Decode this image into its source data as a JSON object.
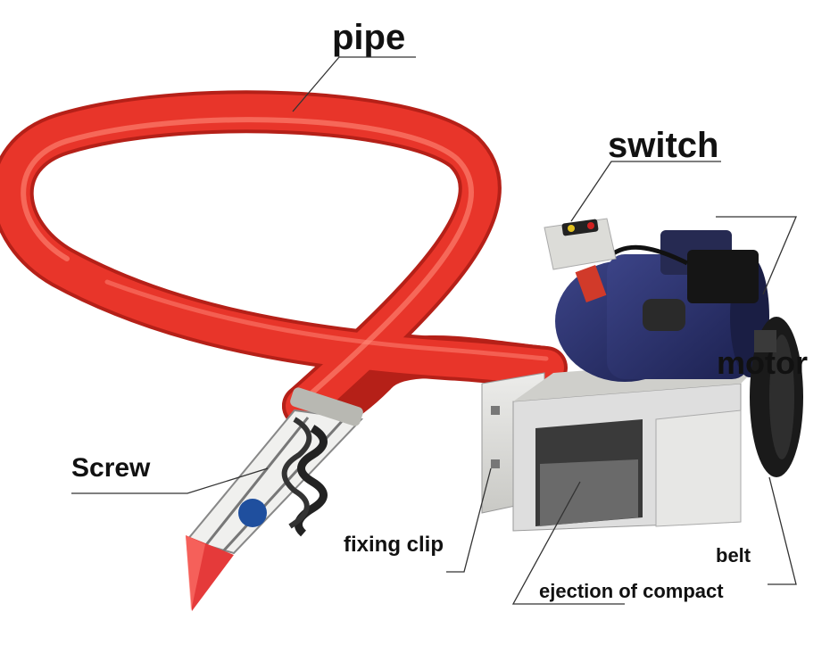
{
  "labels": {
    "pipe": "pipe",
    "switch": "switch",
    "motor": "motor",
    "screw": "Screw",
    "fixing_clip": "fixing clip",
    "belt": "belt",
    "ejection": "ejection of compact"
  },
  "colors": {
    "pipe_red": "#e8352a",
    "motor_navy": "#2a3166",
    "hopper_gray": "#dcdcd8",
    "tip_red": "#e53a3a"
  }
}
